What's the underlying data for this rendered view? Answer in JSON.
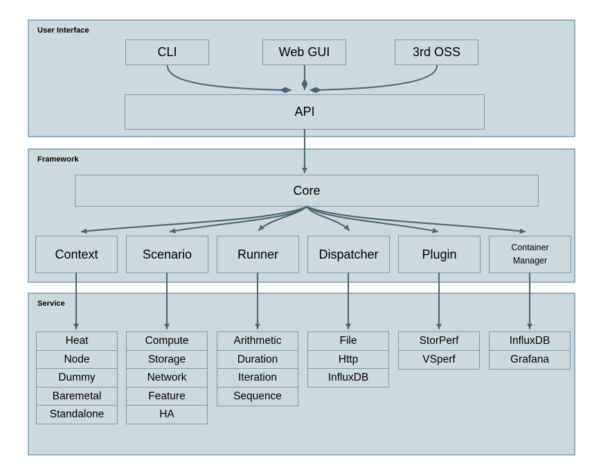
{
  "diagram": {
    "title": "Yardstick architecture layered diagram",
    "colors": {
      "panel_fill": "#ccd9df",
      "panel_border": "#92aebd",
      "node_border": "#7d9aab",
      "arrow": "#4a6572",
      "text": "#000000",
      "background": "#ffffff"
    }
  },
  "layers": {
    "user_interface": {
      "title": "User Interface",
      "clients": [
        {
          "label": "CLI"
        },
        {
          "label": "Web GUI"
        },
        {
          "label": "3rd OSS"
        }
      ],
      "api": {
        "label": "API"
      }
    },
    "framework": {
      "title": "Framework",
      "core": {
        "label": "Core"
      },
      "modules": [
        {
          "label": "Context",
          "lines": [
            "Context"
          ]
        },
        {
          "label": "Scenario",
          "lines": [
            "Scenario"
          ]
        },
        {
          "label": "Runner",
          "lines": [
            "Runner"
          ]
        },
        {
          "label": "Dispatcher",
          "lines": [
            "Dispatcher"
          ]
        },
        {
          "label": "Plugin",
          "lines": [
            "Plugin"
          ]
        },
        {
          "label": "Container Manager",
          "lines": [
            "Container",
            "Manager"
          ]
        }
      ]
    },
    "service": {
      "title": "Service",
      "columns": [
        {
          "owner": "Context",
          "items": [
            "Heat",
            "Node",
            "Dummy",
            "Baremetal",
            "Standalone"
          ]
        },
        {
          "owner": "Scenario",
          "items": [
            "Compute",
            "Storage",
            "Network",
            "Feature",
            "HA"
          ]
        },
        {
          "owner": "Runner",
          "items": [
            "Arithmetic",
            "Duration",
            "Iteration",
            "Sequence"
          ]
        },
        {
          "owner": "Dispatcher",
          "items": [
            "File",
            "Http",
            "InfluxDB"
          ]
        },
        {
          "owner": "Plugin",
          "items": [
            "StorPerf",
            "VSperf"
          ]
        },
        {
          "owner": "Container Manager",
          "items": [
            "InfluxDB",
            "Grafana"
          ]
        }
      ]
    }
  },
  "connections": [
    {
      "from": "CLI",
      "to": "API"
    },
    {
      "from": "Web GUI",
      "to": "API"
    },
    {
      "from": "3rd OSS",
      "to": "API"
    },
    {
      "from": "API",
      "to": "Core"
    },
    {
      "from": "Core",
      "to": "Context"
    },
    {
      "from": "Core",
      "to": "Scenario"
    },
    {
      "from": "Core",
      "to": "Runner"
    },
    {
      "from": "Core",
      "to": "Dispatcher"
    },
    {
      "from": "Core",
      "to": "Plugin"
    },
    {
      "from": "Core",
      "to": "Container Manager"
    },
    {
      "from": "Context",
      "to": "Heat"
    },
    {
      "from": "Scenario",
      "to": "Compute"
    },
    {
      "from": "Runner",
      "to": "Arithmetic"
    },
    {
      "from": "Dispatcher",
      "to": "File"
    },
    {
      "from": "Plugin",
      "to": "StorPerf"
    },
    {
      "from": "Container Manager",
      "to": "InfluxDB"
    }
  ]
}
